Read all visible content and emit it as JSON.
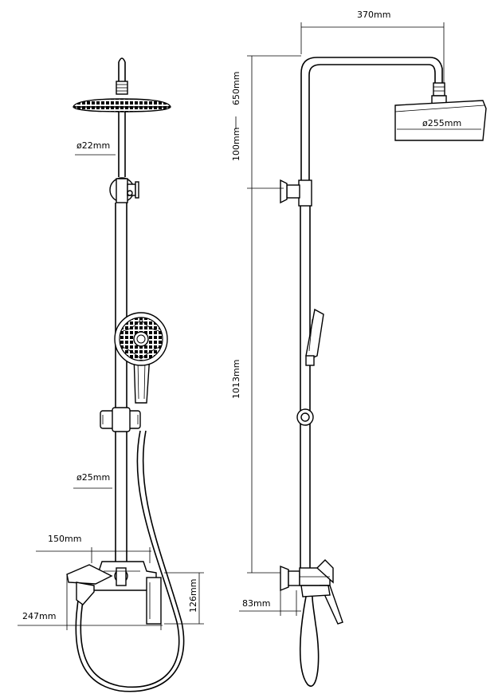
{
  "dimensions": {
    "head_pipe_diameter": "ø22mm",
    "lower_pipe_diameter": "ø25mm",
    "spout_spacing": "150mm",
    "mixer_width": "247mm",
    "mixer_height": "126mm",
    "arm_length": "370mm",
    "head_diameter": "ø255mm",
    "upper_height": "650mm",
    "upper_height_alt": "100mm",
    "bar_height": "1013mm",
    "wall_offset": "83mm"
  },
  "colors": {
    "line": "#000000",
    "background": "#ffffff"
  }
}
